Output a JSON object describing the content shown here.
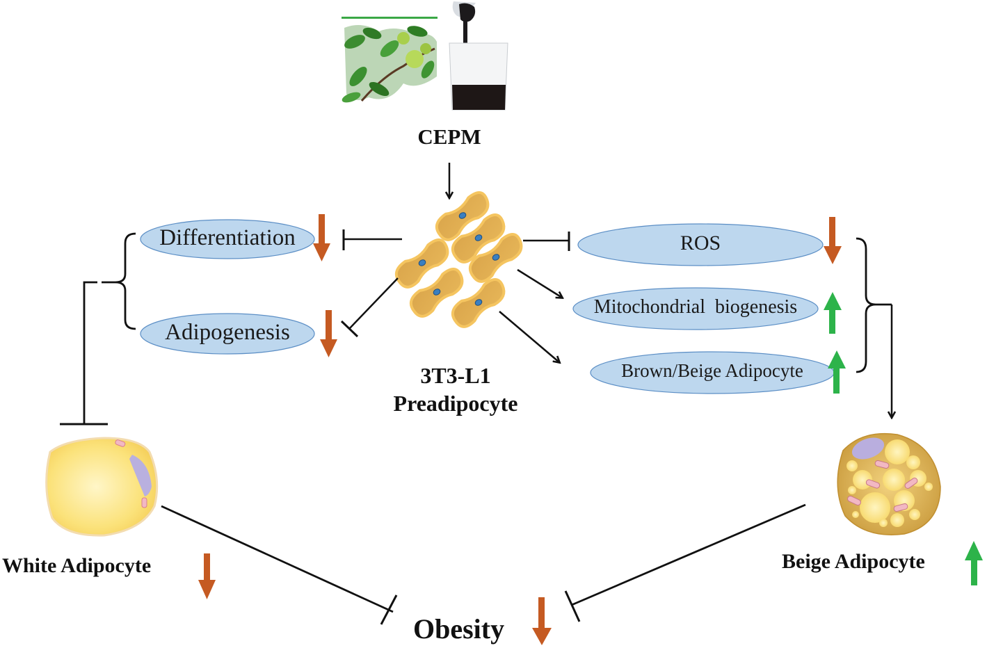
{
  "figure": {
    "type": "graphical-abstract",
    "source_label": "CEPM",
    "cell_label_line1": "3T3-L1",
    "cell_label_line2": "Preadipocyte"
  },
  "left_effects": [
    {
      "label": "Differentiation",
      "direction": "down",
      "relation": "inhibits"
    },
    {
      "label": "Adipogenesis",
      "direction": "down",
      "relation": "inhibits"
    }
  ],
  "right_effects": [
    {
      "label": "ROS",
      "direction": "down",
      "relation": "inhibits"
    },
    {
      "label": "Mitochondrial  biogenesis",
      "direction": "up",
      "relation": "promotes"
    },
    {
      "label": "Brown/Beige Adipocyte",
      "direction": "up",
      "relation": "promotes"
    }
  ],
  "outcomes": {
    "white_adipocyte": {
      "label": "White Adipocyte",
      "direction": "down"
    },
    "beige_adipocyte": {
      "label": "Beige Adipocyte",
      "direction": "up"
    },
    "obesity": {
      "label": "Obesity",
      "direction": "down"
    }
  },
  "colors": {
    "ellipse_fill": "#bdd7ee",
    "ellipse_stroke": "#5b8ec5",
    "down_arrow": "#c55a22",
    "up_arrow": "#2db34a",
    "line": "#111111",
    "cell_fill": "#f0c060",
    "cell_nucleus": "#3a7fc0"
  }
}
